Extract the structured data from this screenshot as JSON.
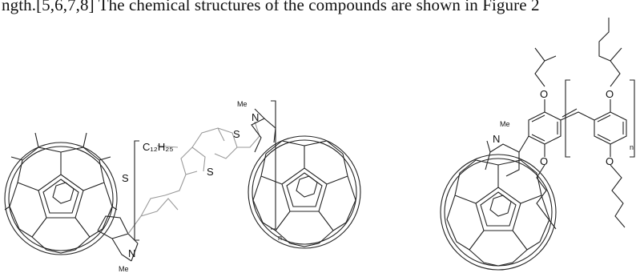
{
  "text": {
    "caption": "ngth.[5,6,7,8] The chemical structures of the compounds are shown in Figure 2"
  },
  "figure": {
    "left": {
      "alkyl": "C₁₂H₂₅",
      "sulfur_top": "S",
      "sulfur_mid": "S",
      "sulfur_low": "S",
      "n_left": "N",
      "me_left": "Me",
      "me_right": "Me",
      "n_right": "N",
      "subscript_n": "n"
    },
    "right": {
      "me": "Me",
      "n": "N",
      "o_top": "O",
      "o_mid": "O",
      "o_low": "O",
      "o_right": "O",
      "subscript_n": "n"
    }
  }
}
